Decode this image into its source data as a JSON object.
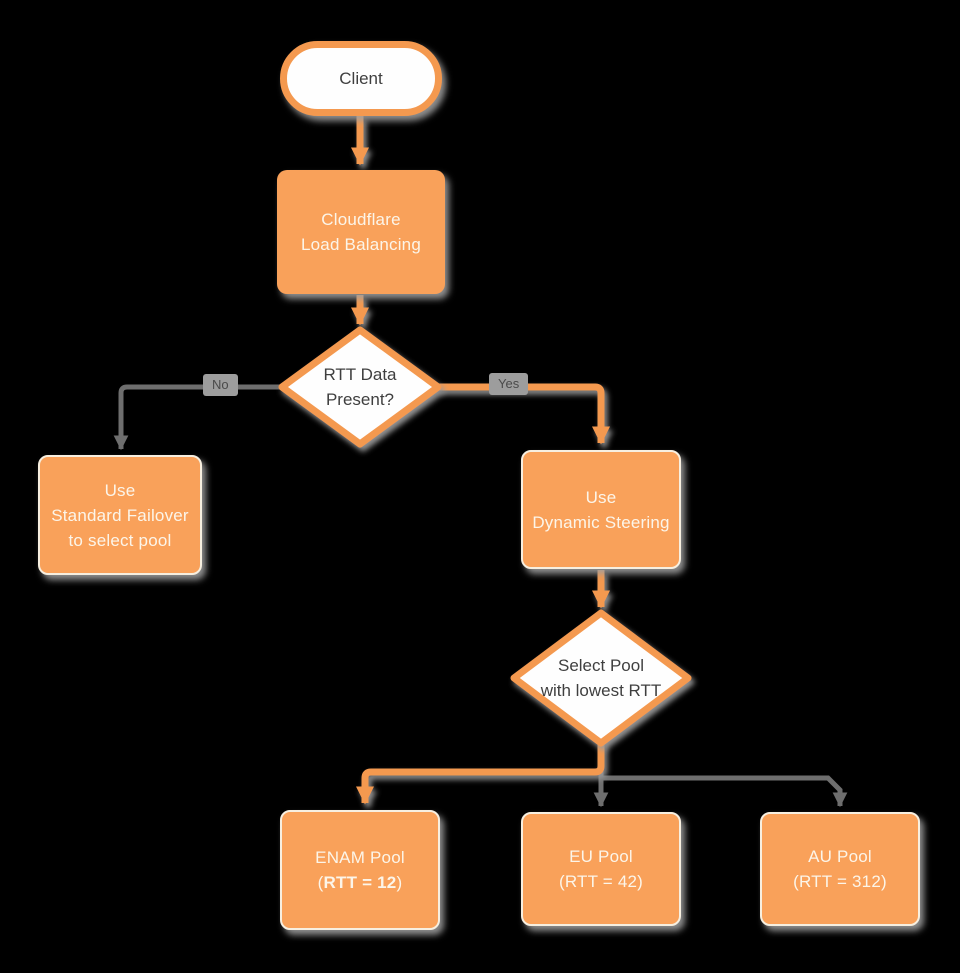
{
  "diagram": {
    "title": "Cloudflare Load Balancing dynamic steering flowchart",
    "colors": {
      "background": "#000000",
      "orange_fill": "#F9A15A",
      "orange_stroke": "#F4994F",
      "gray_line": "#6E6E6E",
      "node_text_light": "#FCF5E9",
      "node_text_dark": "#3F3F3F",
      "edge_label_bg": "#9D9D9D",
      "edge_label_text": "#4A4A4A"
    },
    "nodes": {
      "client": {
        "label": "Client"
      },
      "cloudflare": {
        "label": "Cloudflare\nLoad Balancing"
      },
      "rtt_decision": {
        "label": "RTT Data\nPresent?"
      },
      "standard_failover": {
        "label": "Use\nStandard Failover\nto select pool"
      },
      "dynamic_steering": {
        "label": "Use\nDynamic Steering"
      },
      "select_pool": {
        "label": "Select Pool\nwith lowest RTT"
      },
      "enam_pool": {
        "line1": "ENAM Pool",
        "paren_open": "(",
        "rtt_bold": "RTT = 12",
        "paren_close": ")"
      },
      "eu_pool": {
        "label": "EU Pool\n(RTT = 42)"
      },
      "au_pool": {
        "label": "AU Pool\n(RTT = 312)"
      }
    },
    "edge_labels": {
      "no": "No",
      "yes": "Yes"
    }
  }
}
